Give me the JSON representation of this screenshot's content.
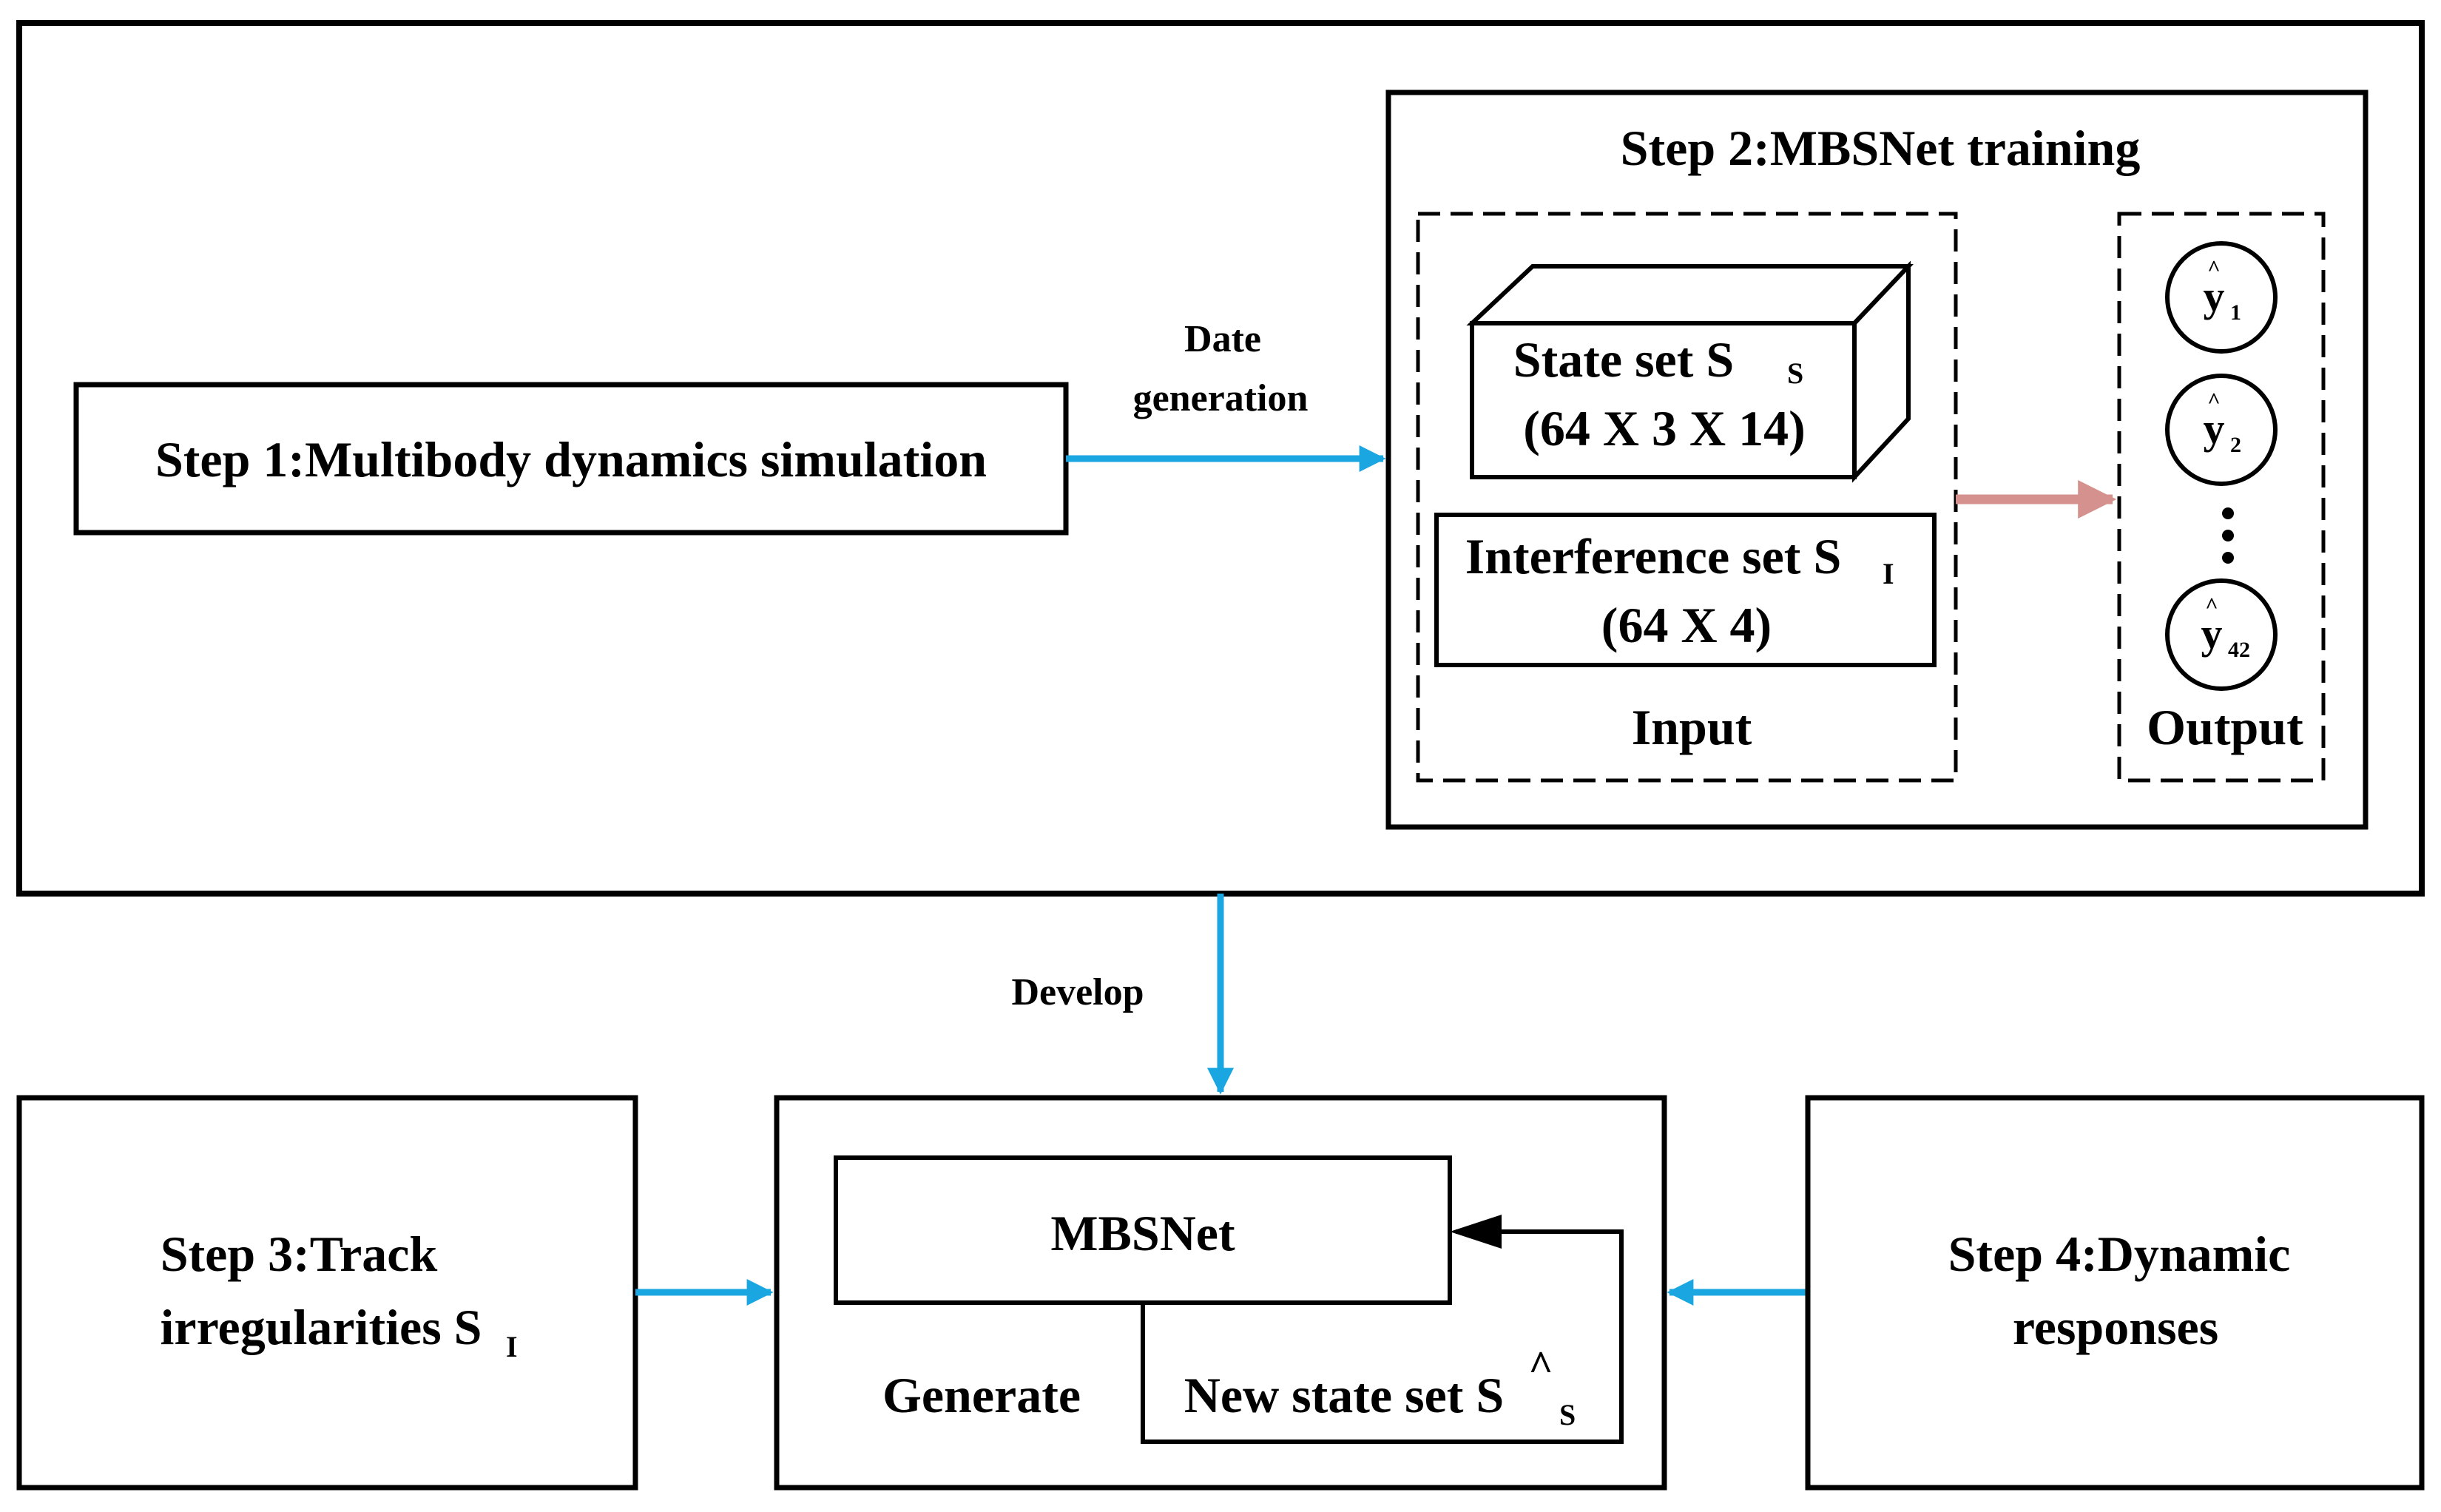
{
  "colors": {
    "stroke": "#000000",
    "flow_arrow": "#1aa6e0",
    "inner_arrow": "#d4918d",
    "background": "#ffffff"
  },
  "step1": {
    "label": "Step 1:Multibody dynamics simulation"
  },
  "arrow1": {
    "line1": "Date",
    "line2": "generation"
  },
  "step2": {
    "title": "Step 2:MBSNet training",
    "state_set": {
      "label": "State set S",
      "subscript": "S",
      "dims": "(64 X 3 X 14)"
    },
    "interference_set": {
      "label": "Interference set S",
      "subscript": "I",
      "dims": "(64 X 4)"
    },
    "input_label": "Input",
    "output_label": "Output",
    "outputs": [
      {
        "symbol": "y",
        "hat": "^",
        "subscript": "1"
      },
      {
        "symbol": "y",
        "hat": "^",
        "subscript": "2"
      },
      {
        "symbol": "y",
        "hat": "^",
        "subscript": "42"
      }
    ]
  },
  "develop_arrow": {
    "label": "Develop"
  },
  "step3": {
    "line1": "Step 3:Track",
    "line2": "irregularities S",
    "subscript": "I"
  },
  "mbsnet": {
    "label": "MBSNet",
    "generate_label": "Generate",
    "new_state_set": {
      "label": "New state set S",
      "hat": "^",
      "subscript": "S"
    }
  },
  "step4": {
    "line1": "Step 4:Dynamic",
    "line2": "responses"
  }
}
